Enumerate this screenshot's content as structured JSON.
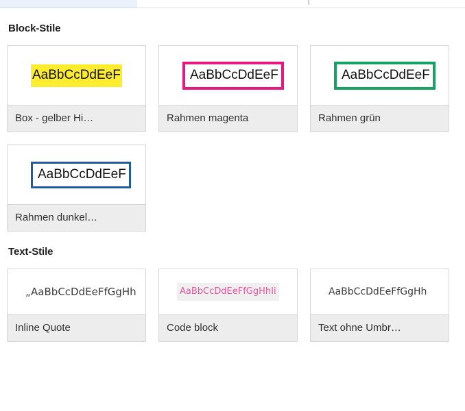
{
  "tabs": {
    "active_tab_region": "active-tab",
    "separator": "tab-separator"
  },
  "sections": [
    {
      "id": "block-styles",
      "title": "Block-Stile",
      "cards": [
        {
          "label": "Box - gelber Hi…",
          "sample": "AaBbCcDdEeF",
          "variant": "s-yellow",
          "name": "style-card-box-gelber-hintergrund"
        },
        {
          "label": "Rahmen magenta",
          "sample": "AaBbCcDdEeF",
          "variant": "s-frame magenta",
          "name": "style-card-rahmen-magenta"
        },
        {
          "label": "Rahmen grün",
          "sample": "AaBbCcDdEeF",
          "variant": "s-frame green",
          "name": "style-card-rahmen-gruen"
        },
        {
          "label": "Rahmen dunkel…",
          "sample": "AaBbCcDdEeF",
          "variant": "s-frame blue",
          "name": "style-card-rahmen-dunkelblau"
        }
      ]
    },
    {
      "id": "text-styles",
      "title": "Text-Stile",
      "cards": [
        {
          "label": "Inline Quote",
          "sample": "„AaBbCcDdEeFfGgHh",
          "variant": "s-quote",
          "name": "style-card-inline-quote"
        },
        {
          "label": "Code block",
          "sample": "AaBbCcDdEeFfGgHhIi",
          "variant": "s-code",
          "name": "style-card-code-block"
        },
        {
          "label": "Text ohne Umbr…",
          "sample": "AaBbCcDdEeFfGgHh",
          "variant": "s-plain",
          "name": "style-card-text-ohne-umbruch"
        }
      ]
    }
  ],
  "colors": {
    "yellow_highlight": "#fdec2f",
    "magenta_frame": "#e6197f",
    "green_frame": "#16a163",
    "blue_frame": "#1f5c9e",
    "code_text": "#e8559b",
    "card_label_bg": "#ededed",
    "card_border": "#d6d6d6",
    "active_tab_bg": "#e9f1fa"
  }
}
